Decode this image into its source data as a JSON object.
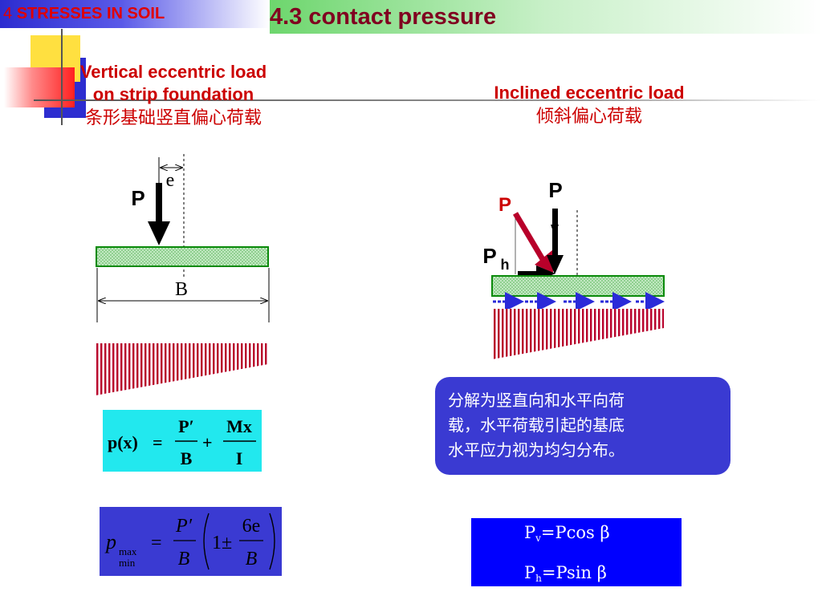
{
  "header": {
    "chapter_number": "4",
    "chapter_title": "STRESSES IN SOIL",
    "section_title": "4.3 contact pressure"
  },
  "left_case": {
    "title_line1": "Vertical eccentric load",
    "title_line2": "on strip foundation",
    "title_cn": "条形基础竖直偏心荷载",
    "load_label": "P",
    "eccentricity_label": "e",
    "width_label": "B"
  },
  "right_case": {
    "title_en": "Inclined eccentric load",
    "title_cn": "倾斜偏心荷载",
    "load_label": "P",
    "vertical_load_label": "P",
    "vertical_load_sub": "v",
    "horizontal_load_label": "P",
    "horizontal_load_sub": "h"
  },
  "callout": {
    "lines": [
      "分解为竖直向和水平向荷",
      "载，水平荷载引起的基底",
      "水平应力视为均匀分布。"
    ]
  },
  "formula_px": {
    "lhs": "p(x)",
    "equals": "=",
    "term1_num": "P′",
    "term1_den": "B",
    "plus": "+",
    "term2_num": "Mx",
    "term2_den": "I"
  },
  "formula_pmax": {
    "p": "p",
    "sub_max": "max",
    "sub_min": "min",
    "equals": "=",
    "frac_num": "P′",
    "frac_den": "B",
    "one_pm": "1±",
    "inner_num": "6e",
    "inner_den": "B"
  },
  "formula_components": {
    "line1_p": "P",
    "line1_sub": "v",
    "line1_rhs": "=Pcos β",
    "line2_p": "P",
    "line2_sub": "h",
    "line2_rhs": "=Psin β"
  },
  "colors": {
    "footing_fill": "#bfe8bf",
    "footing_border": "#0a8a0a",
    "pressure": "#b8002a",
    "callout_bg": "#3a3ad2",
    "formula_cyan": "#22e8ee",
    "formula_blue": "#0000ff"
  }
}
